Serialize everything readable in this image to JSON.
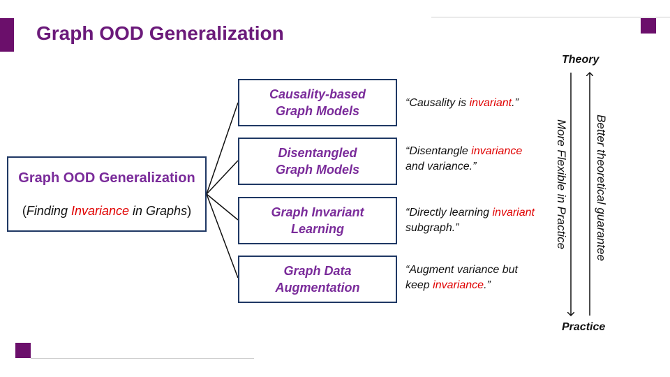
{
  "title": "Graph OOD Generalization",
  "main": {
    "title": "Graph OOD Generalization",
    "subtitle_open": "(",
    "subtitle_italic1": "Finding ",
    "subtitle_red": "Invariance",
    "subtitle_italic2": " in Graphs",
    "subtitle_close": ")"
  },
  "branches": [
    {
      "line1": "Causality-based",
      "line2": "Graph Models",
      "quote": [
        {
          "text": "“Causality is ",
          "red": false
        },
        {
          "text": "invariant",
          "red": true
        },
        {
          "text": ".”",
          "red": false
        }
      ]
    },
    {
      "line1": "Disentangled",
      "line2": "Graph Models",
      "quote": [
        {
          "text": "“Disentangle ",
          "red": false
        },
        {
          "text": "invariance",
          "red": true
        },
        {
          "text": " and variance.”",
          "red": false
        }
      ]
    },
    {
      "line1": "Graph Invariant",
      "line2": "Learning",
      "quote": [
        {
          "text": "“Directly learning ",
          "red": false
        },
        {
          "text": "invariant",
          "red": true
        },
        {
          "text": " subgraph.”",
          "red": false
        }
      ]
    },
    {
      "line1": "Graph Data",
      "line2": "Augmentation",
      "quote": [
        {
          "text": "“Augment variance but keep ",
          "red": false
        },
        {
          "text": "invariance",
          "red": true
        },
        {
          "text": ".”",
          "red": false
        }
      ]
    }
  ],
  "axis": {
    "top": "Theory",
    "bottom": "Practice",
    "down_label": "More Flexible in Practice",
    "up_label": "Better theoretical guarantee"
  },
  "colors": {
    "accent": "#6b0f6b",
    "title": "#6b1a7a",
    "box_text": "#7a2b9a",
    "box_border": "#1f3864",
    "highlight": "#e00000"
  }
}
